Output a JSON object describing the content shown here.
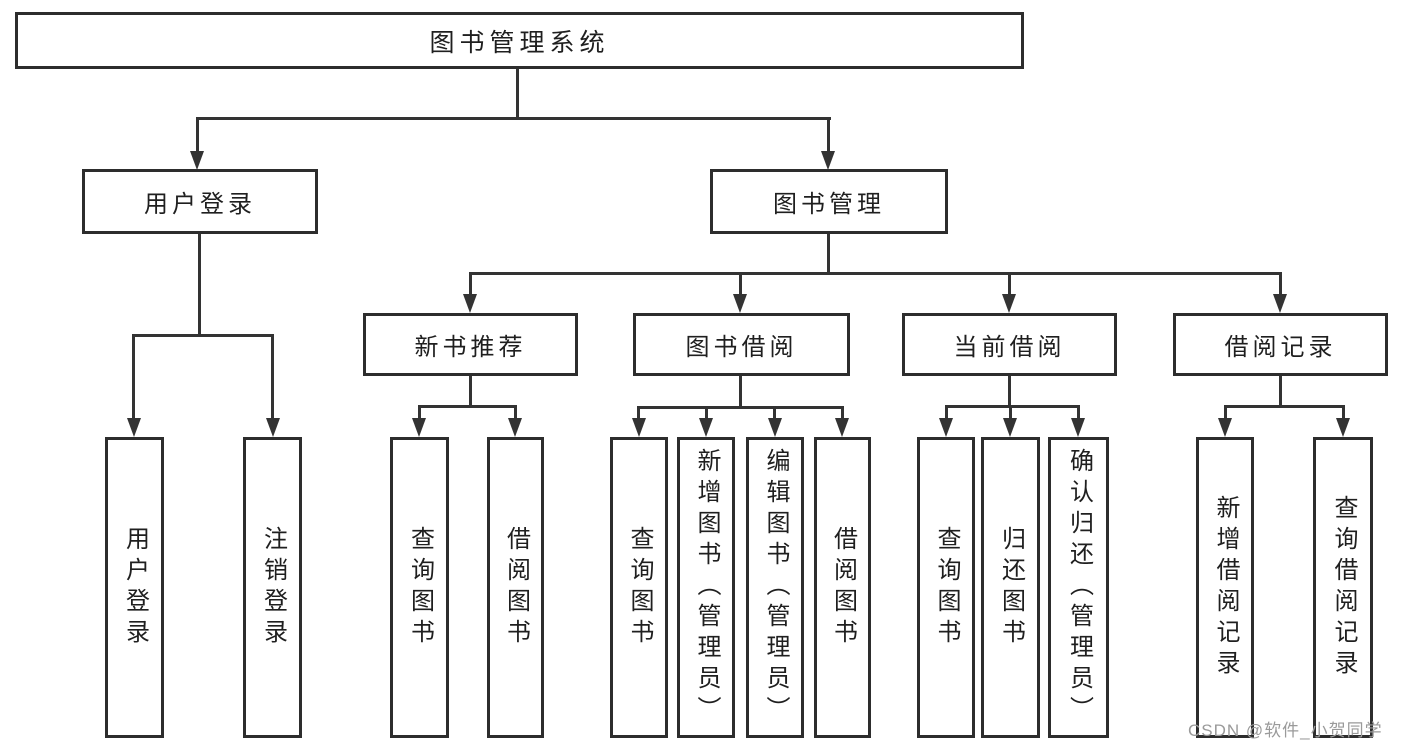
{
  "colors": {
    "line": "#333333",
    "box_border": "#2d2d2d",
    "text": "#1f1f1f",
    "background": "#ffffff",
    "watermark": "#9a9a9a"
  },
  "tree": {
    "root": {
      "label": "图书管理系统",
      "children": [
        {
          "label": "用户登录",
          "children": [
            {
              "label": "用户登录"
            },
            {
              "label": "注销登录"
            }
          ]
        },
        {
          "label": "图书管理",
          "children": [
            {
              "label": "新书推荐",
              "children": [
                {
                  "label": "查询图书"
                },
                {
                  "label": "借阅图书"
                }
              ]
            },
            {
              "label": "图书借阅",
              "children": [
                {
                  "label": "查询图书"
                },
                {
                  "label": "新增图书（管理员）"
                },
                {
                  "label": "编辑图书（管理员）"
                },
                {
                  "label": "借阅图书"
                }
              ]
            },
            {
              "label": "当前借阅",
              "children": [
                {
                  "label": "查询图书"
                },
                {
                  "label": "归还图书"
                },
                {
                  "label": "确认归还（管理员）"
                }
              ]
            },
            {
              "label": "借阅记录",
              "children": [
                {
                  "label": "新增借阅记录"
                },
                {
                  "label": "查询借阅记录"
                }
              ]
            }
          ]
        }
      ]
    }
  },
  "watermark": {
    "text": "CSDN @软件_小贺同学"
  }
}
